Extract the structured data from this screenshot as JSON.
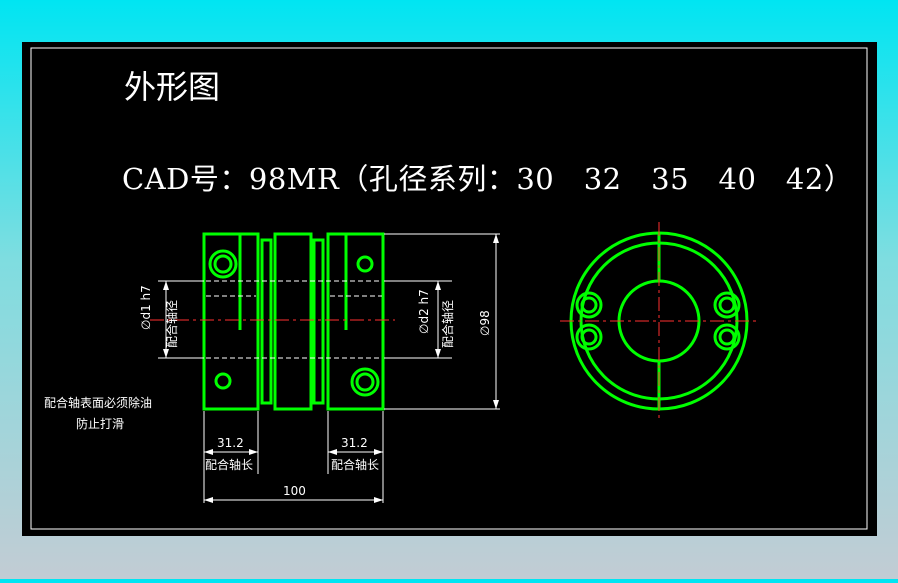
{
  "colors": {
    "background": "#000000",
    "frame": "#ffffff",
    "part": "#00ff00",
    "centerline": "#ff3030",
    "dimension": "#ffffff"
  },
  "title": "外形图",
  "subtitle": "CAD号：98MR（孔径系列：30　32　35　40　42）",
  "labels": {
    "bore_left": "∅d1 h7",
    "bore_left_note": "配合轴径",
    "bore_right": "∅d2 h7",
    "bore_right_note": "配合轴径",
    "outer_diameter": "∅98",
    "surface_note_line1": "配合轴表面必须除油",
    "surface_note_line2": "防止打滑",
    "fit_length_left": "31.2",
    "fit_length_left_note": "配合轴长",
    "fit_length_right": "31.2",
    "fit_length_right_note": "配合轴长",
    "total_length": "100"
  }
}
